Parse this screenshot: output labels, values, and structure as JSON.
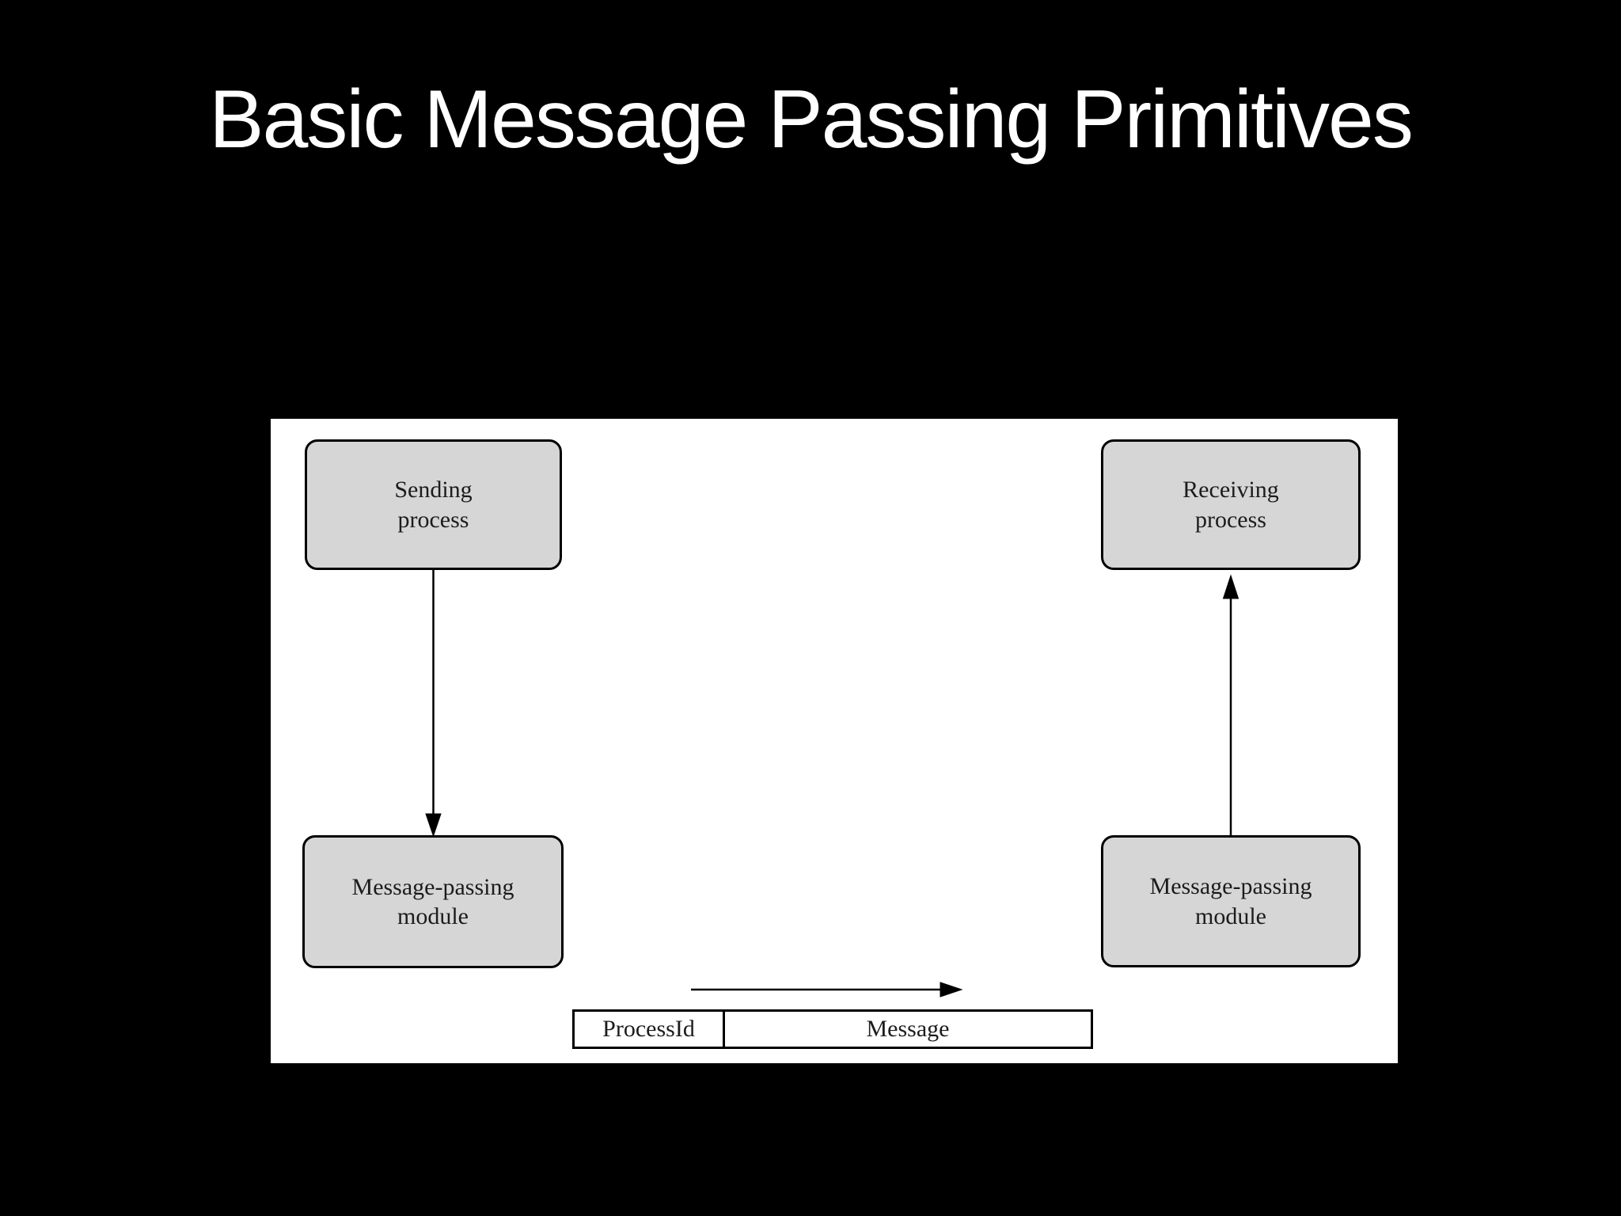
{
  "slide": {
    "title": "Basic Message Passing Primitives"
  },
  "diagram": {
    "sending_box": "Sending\nprocess",
    "receiving_box": "Receiving\nprocess",
    "left_module_box": "Message-passing\nmodule",
    "right_module_box": "Message-passing\nmodule",
    "packet_fields": {
      "id": "ProcessId",
      "payload": "Message"
    },
    "arrows": [
      "sending-process-to-message-passing-module",
      "message-passing-module-to-receiving-process",
      "message-transfer-left-to-right"
    ],
    "colors": {
      "slide_background": "#000000",
      "panel_background": "#ffffff",
      "box_fill": "#d6d6d6",
      "line_color": "#000000",
      "title_color": "#ffffff"
    }
  }
}
